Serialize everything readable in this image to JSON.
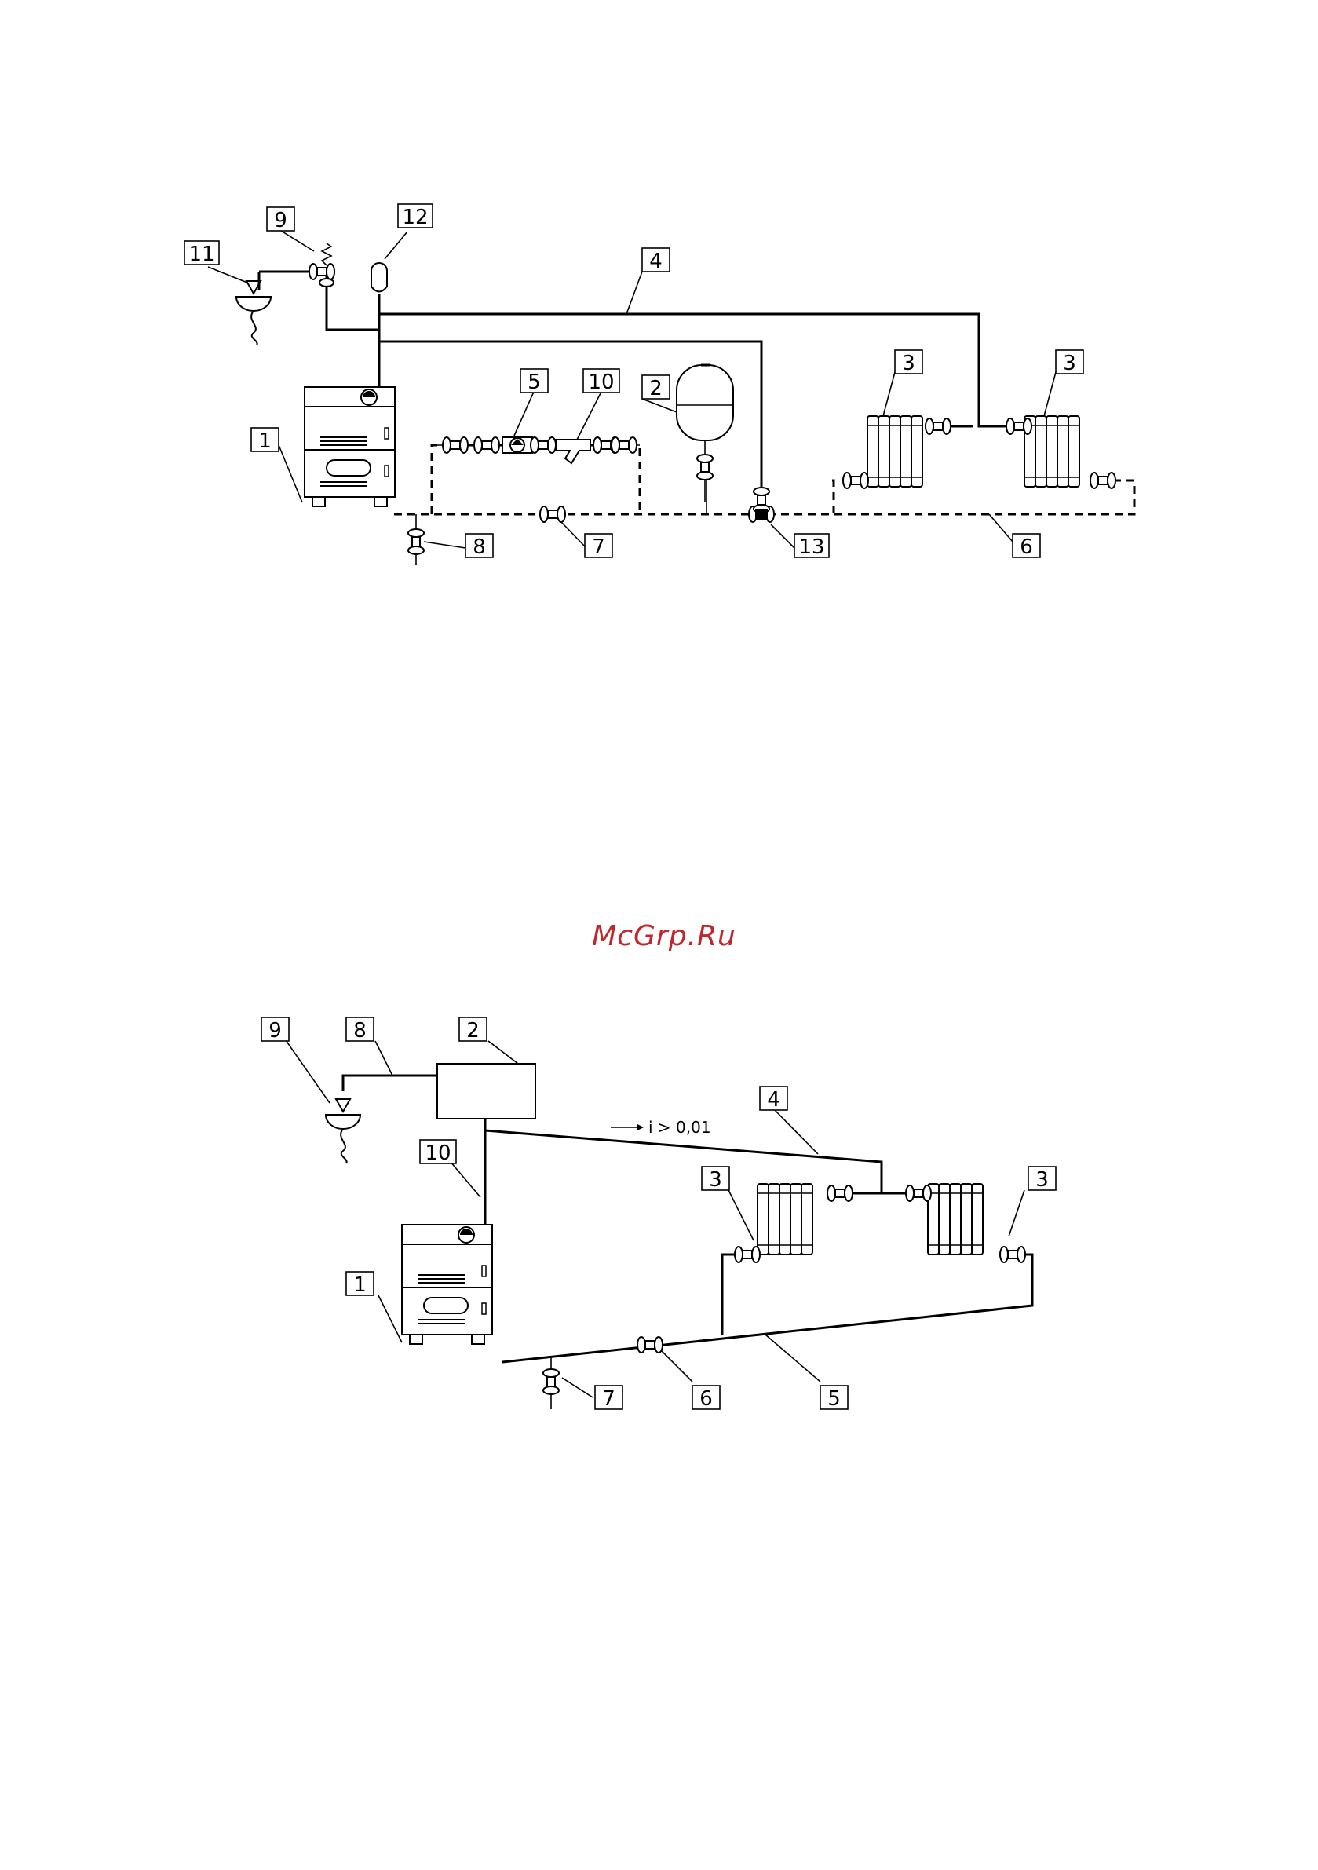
{
  "watermark": "McGrp.Ru",
  "scheme1": {
    "labels": [
      "1",
      "2",
      "3",
      "3",
      "4",
      "5",
      "6",
      "7",
      "8",
      "9",
      "10",
      "11",
      "12",
      "13"
    ]
  },
  "scheme2": {
    "labels": [
      "1",
      "2",
      "3",
      "3",
      "4",
      "5",
      "6",
      "7",
      "8",
      "9",
      "10"
    ],
    "slope_note": "i > 0,01"
  }
}
